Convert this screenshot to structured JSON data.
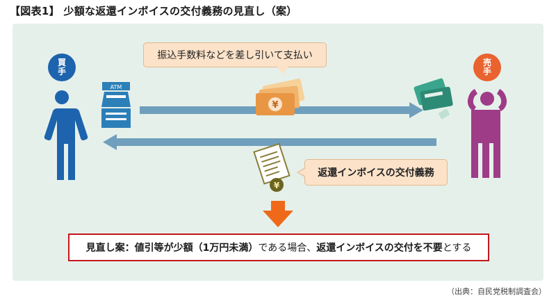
{
  "title": "【図表1】 少額な返還インボイスの交付義務の見直し（案）",
  "buyer_label": "買\n手",
  "seller_label": "売\n手",
  "atm_label": "ATM",
  "payment_note": "振込手数料などを差し引いて支払い",
  "duty_note": "返還インボイスの交付義務",
  "proposal": {
    "lead": "見直し案：",
    "part1": "値引等が少額（1万円未満）",
    "part2": "である場合、",
    "part3": "返還インボイスの交付を不要",
    "part4": "とする"
  },
  "source": "（出典：自民党税制調査会）",
  "colors": {
    "buyer": "#1d63ad",
    "seller": "#e8632f",
    "arrow": "#6f9fbc",
    "down_arrow": "#ee6a1a",
    "person_seller": "#9e3c87",
    "proposal_border": "#c4161c"
  }
}
